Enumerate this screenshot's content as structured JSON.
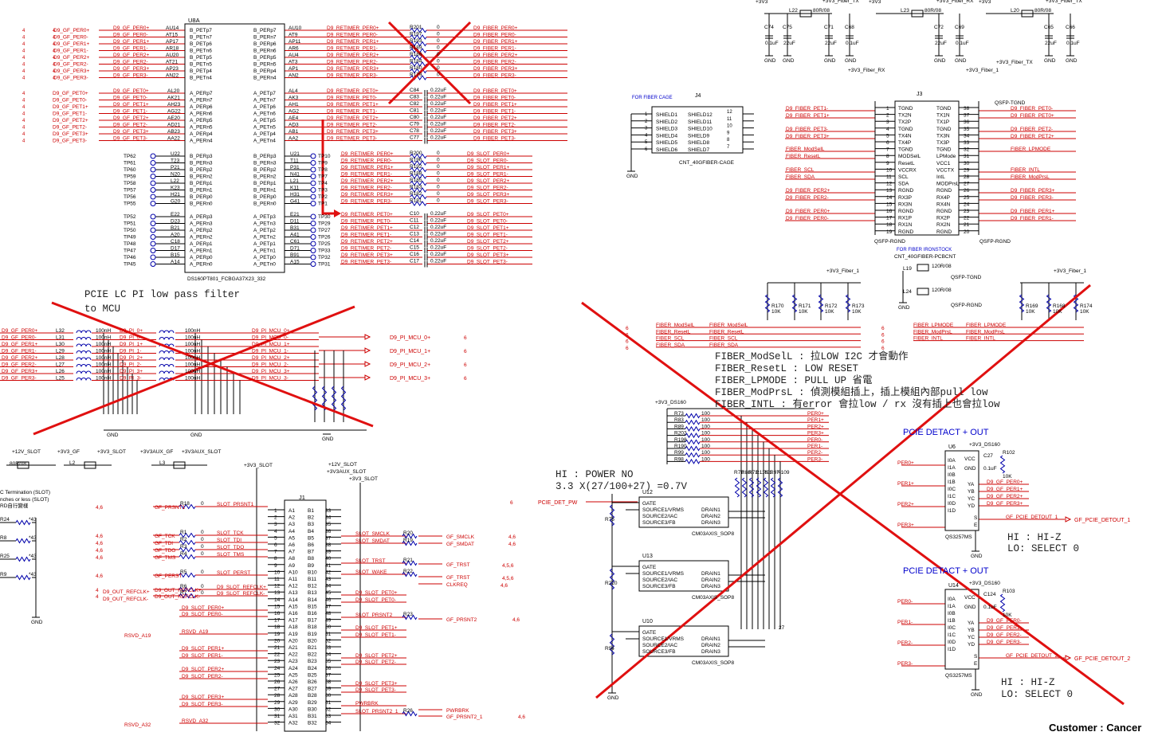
{
  "notes": {
    "pcie_lc_pi": "PCIE  LC PI low pass filter",
    "to_mcu": "to MCU",
    "fiber_modsel": "FIBER_ModSelL : 拉LOW I2C 才會動作",
    "fiber_reset": "FIBER_ResetL : LOW RESET",
    "fiber_lpmode": "FIBER_LPMODE : PULL UP 省電",
    "fiber_modprs": "FIBER_ModPrsL : 偵測模組插上，插上模組內部pull low",
    "fiber_intl": "FIBER_INTL : 有error 會拉low / rx 沒有插上也會拉low",
    "hi_power": "HI : POWER NO",
    "formula": "3.3 X(27/100+27) =0.7V",
    "u6_hi": "HI : HI-Z",
    "u6_lo": "LO: SELECT 0",
    "u14_hi": "HI : HI-Z",
    "u14_lo": "LO: SELECT 0",
    "customer": "Customer : Cancer"
  },
  "u8a": {
    "ref": "U8A",
    "part": "DS160PT801_FCBGA37X23_332",
    "left_nets_top": [
      "D9_GF_PER0+",
      "D9_GF_PER0-",
      "D9_GF_PER1+",
      "D9_GF_PER1-",
      "D9_GF_PER2+",
      "D9_GF_PER2-",
      "D9_GF_PER3+",
      "D9_GF_PER3-"
    ],
    "left_nets_bot": [
      "D9_GF_PET0+",
      "D9_GF_PET0-",
      "D9_GF_PET1+",
      "D9_GF_PET1-",
      "D9_GF_PET2+",
      "D9_GF_PET2-",
      "D9_GF_PET3+",
      "D9_GF_PET3-"
    ],
    "balls_top": [
      "AU14",
      "AT15",
      "AP17",
      "AR18",
      "AU20",
      "AT21",
      "AP23",
      "AN22"
    ],
    "balls_bot": [
      "AL20",
      "AK21",
      "AH23",
      "AG22",
      "AE20",
      "AD21",
      "AB23",
      "AA22"
    ],
    "pins_left_top": [
      "B_PETp7",
      "B_PETn7",
      "B_PETp6",
      "B_PETn6",
      "B_PETp5",
      "B_PETn5",
      "B_PETp4",
      "B_PETn4"
    ],
    "pins_left_bot": [
      "A_PERp7",
      "A_PERn7",
      "A_PERp6",
      "A_PERn6",
      "A_PERp5",
      "A_PERn5",
      "A_PERp4",
      "A_PERn4"
    ],
    "pins_right_top": [
      "B_PERp7",
      "B_PERn7",
      "B_PERp6",
      "B_PERn6",
      "B_PERp5",
      "B_PERn5",
      "B_PERp4",
      "B_PERn4"
    ],
    "pins_right_bot": [
      "A_PETp7",
      "A_PETn7",
      "A_PETp6",
      "A_PETn6",
      "A_PETp5",
      "A_PETn5",
      "A_PETp4",
      "A_PETn4"
    ],
    "rballs_top": [
      "AU10",
      "AT9",
      "AP11",
      "AR6",
      "AU4",
      "AT3",
      "AP1",
      "AN2"
    ],
    "rballs_bot": [
      "AL4",
      "AK3",
      "AH1",
      "AG2",
      "AE4",
      "AD3",
      "AB1",
      "AA2"
    ],
    "retimer_per": [
      "D9_RETIMER_PER0+",
      "D9_RETIMER_PER0-",
      "D9_RETIMER_PER1+",
      "D9_RETIMER_PER1-",
      "D9_RETIMER_PER2+",
      "D9_RETIMER_PER2-",
      "D9_RETIMER_PER3+",
      "D9_RETIMER_PER3-"
    ],
    "retimer_pet": [
      "D9_RETIMER_PET0+",
      "D9_RETIMER_PET0-",
      "D9_RETIMER_PET1+",
      "D9_RETIMER_PET1-",
      "D9_RETIMER_PET2+",
      "D9_RETIMER_PET2-",
      "D9_RETIMER_PET3+",
      "D9_RETIMER_PET3-"
    ],
    "r_top": [
      "R201",
      "R197",
      "R193",
      "R189",
      "R186",
      "R184",
      "R180",
      "R179"
    ],
    "c_top": [
      "C84",
      "C83",
      "C82",
      "C81",
      "C80",
      "C79",
      "C78",
      "C77"
    ],
    "fiber_per": [
      "D9_FIBER_PER0+",
      "D9_FIBER_PER0-",
      "D9_FIBER_PER1+",
      "D9_FIBER_PER1-",
      "D9_FIBER_PER2+",
      "D9_FIBER_PER2-",
      "D9_FIBER_PER3+",
      "D9_FIBER_PER3-"
    ],
    "fiber_pet": [
      "D9_FIBER_PET0+",
      "D9_FIBER_PET0-",
      "D9_FIBER_PET1+",
      "D9_FIBER_PET1-",
      "D9_FIBER_PET2+",
      "D9_FIBER_PET2-",
      "D9_FIBER_PET3+",
      "D9_FIBER_PET3-"
    ],
    "tp_left": [
      "TP62",
      "TP61",
      "TP60",
      "TP59",
      "TP58",
      "TP57",
      "TP56",
      "TP55"
    ],
    "tp_left2": [
      "TP52",
      "TP51",
      "TP50",
      "TP49",
      "TP48",
      "TP47",
      "TP46",
      "TP45"
    ],
    "balls_u22": [
      "U22",
      "T23",
      "P21",
      "N20",
      "L22",
      "K23",
      "H21",
      "G20"
    ],
    "balls_e22": [
      "E22",
      "D23",
      "B21",
      "A20",
      "C18",
      "D17",
      "B15",
      "A14"
    ],
    "pins_bp": [
      "B_PERp3",
      "B_PERn3",
      "B_PERp2",
      "B_PERn2",
      "B_PERp1",
      "B_PERn1",
      "B_PERp0",
      "B_PERn0"
    ],
    "pins_ap": [
      "A_PERp3",
      "A_PERn3",
      "A_PERp2",
      "A_PERn2",
      "A_PERp1",
      "A_PERn1",
      "A_PERp0",
      "A_PERn0"
    ],
    "pins_bpr": [
      "B_PERp3",
      "B_PERn3",
      "B_PERp2",
      "B_PERn2",
      "B_PERp1",
      "B_PERn1",
      "B_PERp0",
      "B_PERn0"
    ],
    "pins_apr": [
      "A_PETp3",
      "A_PETn3",
      "A_PETp2",
      "A_PETn2",
      "A_PETp1",
      "A_PETn1",
      "A_PETp0",
      "A_PETn0"
    ],
    "balls_u21": [
      "U21",
      "T11",
      "P31",
      "N41",
      "L21",
      "K11",
      "H31",
      "G41"
    ],
    "balls_e21": [
      "E21",
      "D11",
      "B31",
      "A41",
      "C61",
      "D71",
      "B91",
      "A15"
    ],
    "tp_right": [
      "TP10",
      "TP9",
      "TP8",
      "TP7",
      "TP4",
      "TP3",
      "TP2",
      "TP1"
    ],
    "tp_right2": [
      "TP30",
      "TP29",
      "TP27",
      "TP26",
      "TP25",
      "TP33",
      "TP32",
      "TP31"
    ],
    "r_mid": [
      "R200",
      "R196",
      "R192",
      "R188",
      "R185",
      "R183",
      "R182",
      "R181"
    ],
    "c_mid": [
      "C10",
      "C11",
      "C12",
      "C13",
      "C14",
      "C15",
      "C16",
      "C17"
    ],
    "slot_per": [
      "D9_SLOT_PER0+",
      "D9_SLOT_PER0-",
      "D9_SLOT_PER1+",
      "D9_SLOT_PER1-",
      "D9_SLOT_PER2+",
      "D9_SLOT_PER2-",
      "D9_SLOT_PER3+",
      "D9_SLOT_PER3-"
    ],
    "slot_pet": [
      "D9_SLOT_PET0+",
      "D9_SLOT_PET0-",
      "D9_SLOT_PET1+",
      "D9_SLOT_PET1-",
      "D9_SLOT_PET2+",
      "D9_SLOT_PET2-",
      "D9_SLOT_PET3+",
      "D9_SLOT_PET3-"
    ],
    "cap_val": "0.22uF",
    "res_val": "0"
  },
  "pi_filter": {
    "nets": [
      "D9_GF_PER0+",
      "D9_GF_PER0-",
      "D9_GF_PER1+",
      "D9_GF_PER1-",
      "D9_GF_PER2+",
      "D9_GF_PER2-",
      "D9_GF_PER3+",
      "D9_GF_PER3-"
    ],
    "l1": [
      "L32",
      "L31",
      "L30",
      "L29",
      "L28",
      "L27",
      "L26",
      "L25"
    ],
    "l_val": "100nH",
    "mcu_nets": [
      "D9_PI_MCU_0+",
      "D9_PI_MCU_0-",
      "D9_PI_MCU_1+",
      "D9_PI_MCU_1-",
      "D9_PI_MCU_2+",
      "D9_PI_MCU_2-",
      "D9_PI_MCU_3+",
      "D9_PI_MCU_3-"
    ],
    "mcu_short": [
      "D9_PI_MCU_0+",
      "D9_PI_MCU_1+",
      "D9_PI_MCU_2+",
      "D9_PI_MCU_3+"
    ],
    "page_ref": "6"
  },
  "fiber": {
    "j3_ref": "J3",
    "j3_part": "CNT_40GFIBER-PCBCNT",
    "j3_note": "FOR FIBER IRONSTOCK",
    "j4_ref": "J4",
    "j4_part": "CNT_40GFIBER-CAGE",
    "j4_note": "FOR FIBER CAGE",
    "j4_left": [
      "SHIELD1",
      "SHIELD2",
      "SHIELD3",
      "SHIELD4",
      "SHIELD5",
      "SHIELD6"
    ],
    "j4_right": [
      "SHIELD12",
      "SHIELD11",
      "SHIELD10",
      "SHIELD9",
      "SHIELD8",
      "SHIELD7"
    ],
    "j3_left": [
      "TGND",
      "TX2N",
      "TX2P",
      "TGND",
      "TX4N",
      "TX4P",
      "TGND",
      "MODSelL",
      "ResetL",
      "VCCRX",
      "SCL",
      "SDA",
      "RGND",
      "RX3P",
      "RX3N",
      "RGND",
      "RX1P",
      "RX1N",
      "RGND"
    ],
    "j3_right": [
      "TGND",
      "TX1N",
      "TX1P",
      "TGND",
      "TX3N",
      "TX3P",
      "TGND",
      "LPMode",
      "VCC1",
      "VCCTX",
      "IntL",
      "MODPrsL",
      "RGND",
      "RX4P",
      "RX4N",
      "RGND",
      "RX2P",
      "RX2N",
      "RGND"
    ],
    "j3_lnum": [
      "1",
      "2",
      "3",
      "4",
      "5",
      "6",
      "7",
      "8",
      "9",
      "10",
      "11",
      "12",
      "13",
      "14",
      "15",
      "16",
      "17",
      "18",
      "19"
    ],
    "j3_rnum": [
      "38",
      "37",
      "36",
      "35",
      "34",
      "33",
      "32",
      "31",
      "30",
      "29",
      "28",
      "27",
      "26",
      "25",
      "24",
      "23",
      "22",
      "21",
      "20"
    ],
    "left_nets": [
      "D9_FIBER_PET1-",
      "D9_FIBER_PET1+",
      "D9_FIBER_PET3-",
      "D9_FIBER_PET3+",
      "FIBER_ModSelL",
      "FIBER_ResetL",
      "FIBER_SCL",
      "FIBER_SDA",
      "D9_FIBER_PER2+",
      "D9_FIBER_PER2-",
      "D9_FIBER_PER0+",
      "D9_FIBER_PER0-"
    ],
    "right_nets": [
      "D9_FIBER_PET0-",
      "D9_FIBER_PET0+",
      "D9_FIBER_PET2-",
      "D9_FIBER_PET2+",
      "FIBER_LPMODE",
      "FIBER_INTL",
      "FIBER_ModPrsL",
      "D9_FIBER_PER3+",
      "D9_FIBER_PER3-",
      "D9_FIBER_PER1+",
      "D9_FIBER_PER1-"
    ],
    "power_top": [
      "+3V3",
      "+3V3_Fiber_TX",
      "+3V3",
      "+3V3_Fiber_RX",
      "+3V3",
      "+3V3_Fiber_TX"
    ],
    "caps_top": [
      "C74",
      "C75",
      "C71",
      "C68",
      "C72",
      "C69",
      "C65",
      "C66"
    ],
    "cap_vals": [
      "0.1uF",
      "22uF",
      "22uF",
      "0.1uF",
      "22uF",
      "0.1uF",
      "22uF",
      "0.1uF"
    ],
    "beads": [
      "L22",
      "L23",
      "L20"
    ],
    "bead_val": "80R/08",
    "pull_res": [
      "R170",
      "R171",
      "R172",
      "R173",
      "R169",
      "R168",
      "R174"
    ],
    "pull_val": "10K",
    "power_fiber": "+3V3_Fiber_1",
    "power_rx": "+3V3_Fiber_RX",
    "qsfp_tgnd": "QSFP-TGND",
    "qsfp_rgnd": "QSFP-RGND",
    "l19": "L19",
    "l24": "L24",
    "bead_120": "120R/08",
    "gnd": "GND",
    "pull_left_nets": [
      "FIBER_ModSelL",
      "FIBER_ResetL",
      "FIBER_SCL",
      "FIBER_SDA"
    ],
    "pull_right_nets": [
      "FIBER_LPMODE",
      "FIBER_ModPrsL",
      "FIBER_INTL"
    ]
  },
  "slot": {
    "j1_ref": "J1",
    "power": [
      "+12V_SLOT",
      "+3V3_GF",
      "+3V3_SLOT",
      "+3V3AUX_GF",
      "+3V3AUX_SLOT",
      "+3V3_SLOT",
      "+12V_SLOT",
      "+3V3AUX_SLOT",
      "+3V3_SLOT"
    ],
    "a_pins": [
      "A1",
      "A2",
      "A3",
      "A4",
      "A5",
      "A6",
      "A7",
      "A8",
      "A9",
      "A10",
      "A11",
      "A12",
      "A13",
      "A14",
      "A15",
      "A16",
      "A17",
      "A18",
      "A19",
      "A20",
      "A21",
      "A22",
      "A23",
      "A24",
      "A25",
      "A26",
      "A27",
      "A28",
      "A29",
      "A30",
      "A31",
      "A32"
    ],
    "b_pins": [
      "B1",
      "B2",
      "B3",
      "B4",
      "B5",
      "B6",
      "B7",
      "B8",
      "B9",
      "B10",
      "B11",
      "B12",
      "B13",
      "B14",
      "B15",
      "B16",
      "B17",
      "B18",
      "B19",
      "B20",
      "B21",
      "B22",
      "B23",
      "B24",
      "B25",
      "B26",
      "B27",
      "B28",
      "B29",
      "B30",
      "B31",
      "B32"
    ],
    "left_nets": [
      "GF_PRSNT1",
      "GF_TCK",
      "GF_TDI",
      "GF_TDO",
      "GF_TMS",
      "GF_PERST",
      "D9_OUT_REFCLK+",
      "D9_OUT_REFCLK-",
      "D9_SLOT_PER0+",
      "D9_SLOT_PER0-",
      "RSVD_A19",
      "D9_SLOT_PER1+",
      "D9_SLOT_PER1-",
      "D9_SLOT_PER2+",
      "D9_SLOT_PER2-",
      "D9_SLOT_PER3+",
      "D9_SLOT_PER3-",
      "RSVD_A32"
    ],
    "slot_nets": [
      "SLOT_PRSNT1",
      "SLOT_TCK",
      "SLOT_TDI",
      "SLOT_TDO",
      "SLOT_TMS",
      "SLOT_PERST",
      "D9_SLOT_REFCLK+",
      "D9_SLOT_REFCLK-"
    ],
    "left_res": [
      "R18",
      "R1",
      "R2",
      "R3",
      "R4",
      "R5",
      "R6",
      "R7"
    ],
    "right_nets": [
      "SLOT_SMCLK",
      "SLOT_SMDAT",
      "SLOT_TRST",
      "SLOT_WAKE",
      "D9_SLOT_PET0+",
      "D9_SLOT_PET0-",
      "SLOT_PRSNT2",
      "D9_SLOT_PET1+",
      "D9_SLOT_PET1-",
      "D9_SLOT_PET2+",
      "D9_SLOT_PET2-",
      "D9_SLOT_PET3+",
      "D9_SLOT_PET3-",
      "PWRBRK",
      "SLOT_PRSNT2_1"
    ],
    "far_nets": [
      "GF_SMCLK",
      "GF_SMDAT",
      "GF_TRST",
      "GF_TRST",
      "CLKREQ",
      "GF_PRSNT2",
      "PWRBRK",
      "GF_PRSNT2_1"
    ],
    "right_res": [
      "R20",
      "R19",
      "R21",
      "R22",
      "R23",
      "R26"
    ],
    "left_text1": "C Termination (SLOT)",
    "left_text2": "nches or less (SLOT)",
    "left_text3": "RD自行變樣",
    "l2": "L2",
    "l3": "L3",
    "bead": "80R/08",
    "res_43": "*43",
    "left_r": [
      "R24",
      "R8",
      "R25",
      "R9"
    ],
    "page_refs": [
      "4,6",
      "4,6",
      "4,6",
      "4,6",
      "4,6",
      "4,6",
      "4",
      "4",
      "4,5,6",
      "4,5,6",
      "4,6",
      "4,6",
      "4,6"
    ]
  },
  "detect": {
    "u6_title": "PCIE DETACT + OUT",
    "u14_title": "PCIE DETACT + OUT",
    "u6_ref": "U6",
    "u14_ref": "U14",
    "u_part": "QS3257MS",
    "u_pins_l": [
      "I0A",
      "I1A",
      "I0B",
      "I1B",
      "I0C",
      "I1C",
      "I0D",
      "I1D"
    ],
    "u_pins_r": [
      "VCC",
      "GND",
      "YA",
      "YB",
      "YC",
      "YD",
      "S",
      "E"
    ],
    "u6_in": [
      "PER0+",
      "PER1+",
      "PER2+",
      "PER3+"
    ],
    "u6_out": [
      "D9_GF_PER0+",
      "D9_GF_PER1+",
      "D9_GF_PER2+",
      "D9_GF_PER3+"
    ],
    "u14_in": [
      "PER0-",
      "PER1-",
      "PER2-",
      "PER3-"
    ],
    "u14_out": [
      "D9_GF_PER0-",
      "D9_GF_PER1-",
      "D9_GF_PER2-",
      "D9_GF_PER3-"
    ],
    "detout1": "GF_PCIE_DETOUT_1",
    "detout2": "GF_PCIE_DETOUT_2",
    "power": "+3V3_DS160",
    "c27": "C27",
    "c124": "C124",
    "r102": "R102",
    "r103": "R103",
    "cap": "0.1uF",
    "res10k": "10K",
    "mos": [
      "U12",
      "U13",
      "U10"
    ],
    "mos_part": "CM03AXIS_SOP8",
    "mos_pins_l": [
      "GATE",
      "SOURCE1/VRMS",
      "SOURCE2/IAC",
      "SOURCE3/FB"
    ],
    "mos_pins_r": [
      "DRAIN1",
      "DRAIN2",
      "DRAIN3"
    ],
    "res_list": [
      "R73",
      "R83",
      "R89",
      "R202",
      "R198",
      "R190",
      "R99",
      "R98"
    ],
    "res_val": "100",
    "per_nets": [
      "PER0+",
      "PER1+",
      "PER2+",
      "PER3+",
      "PER0-",
      "PER1-",
      "PER2-",
      "PER3-"
    ],
    "r_vert": [
      "R72",
      "R88",
      "R71",
      "R118",
      "R91",
      "R97",
      "R109"
    ],
    "r_vert_val": "27",
    "det_pw": "PCIE_DET_PW",
    "r_left": [
      "R76",
      "R220",
      "R94"
    ],
    "gnd": "GND"
  }
}
